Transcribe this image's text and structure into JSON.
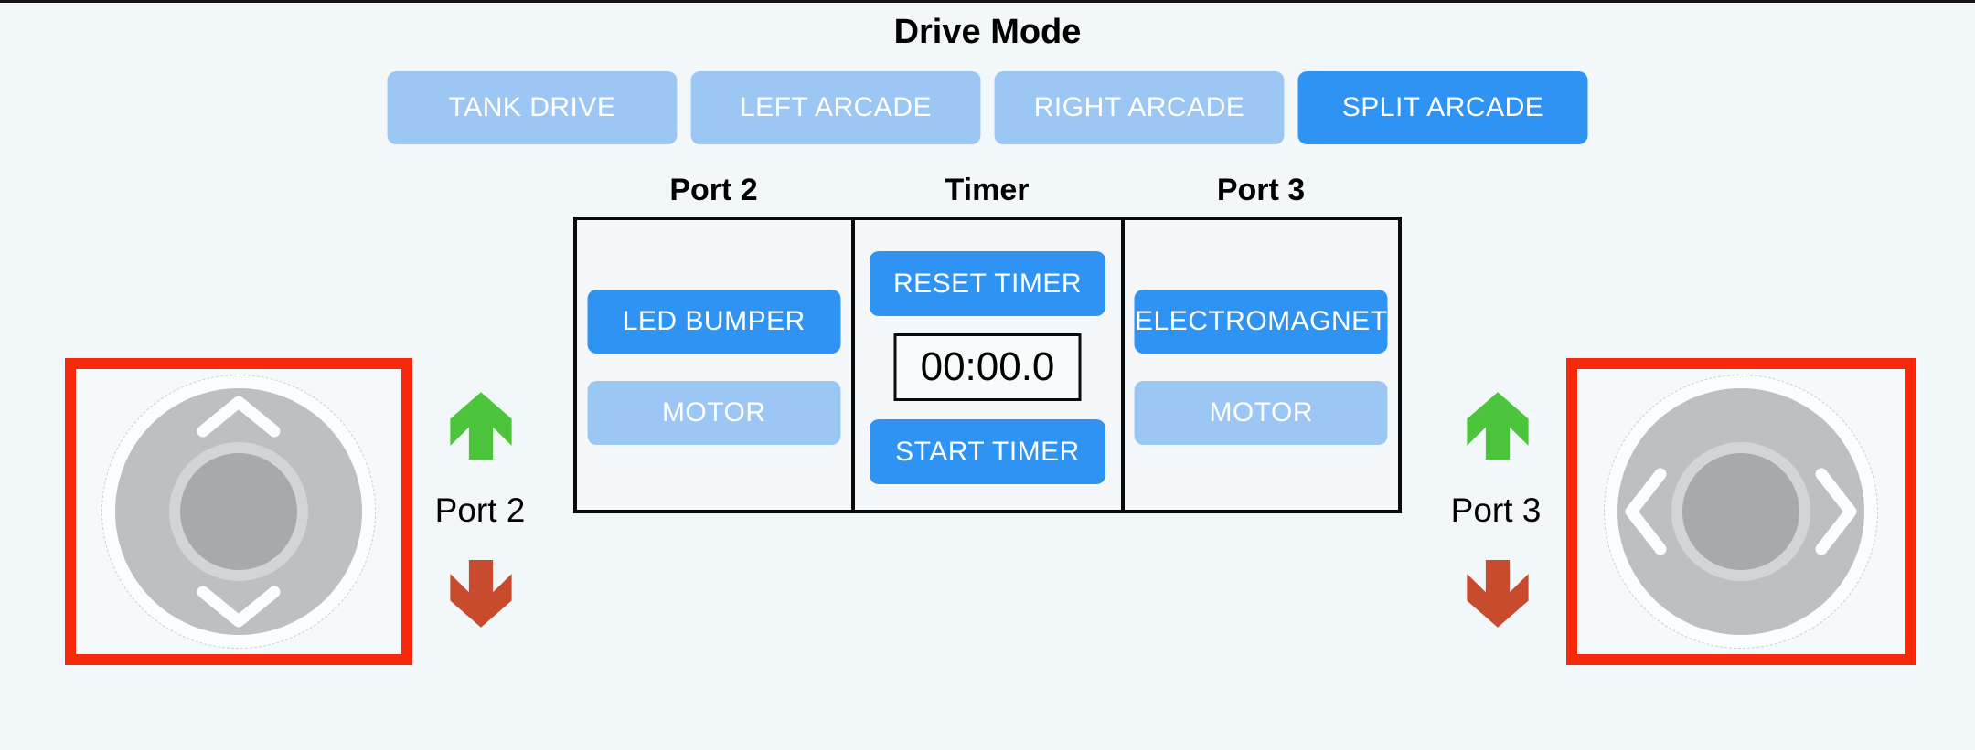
{
  "window": {
    "background": "#F2F7F9",
    "top_bar_color": "#161616"
  },
  "drive_mode": {
    "title": "Drive Mode",
    "buttons": [
      {
        "label": "TANK DRIVE",
        "active": false
      },
      {
        "label": "LEFT ARCADE",
        "active": false
      },
      {
        "label": "RIGHT ARCADE",
        "active": false
      },
      {
        "label": "SPLIT ARCADE",
        "active": true
      }
    ]
  },
  "panel": {
    "port2": {
      "header": "Port 2",
      "led_bumper_label": "LED BUMPER",
      "motor_label": "MOTOR"
    },
    "timer": {
      "header": "Timer",
      "reset_label": "RESET TIMER",
      "display_value": "00:00.0",
      "start_label": "START TIMER"
    },
    "port3": {
      "header": "Port 3",
      "electromagnet_label": "ELECTROMAGNET",
      "motor_label": "MOTOR"
    }
  },
  "joysticks": {
    "left": {
      "label": "Port 2",
      "axis": "vertical"
    },
    "right": {
      "label": "Port 3",
      "axis": "horizontal"
    }
  },
  "colors": {
    "primary_blue": "#2E93F2",
    "light_blue": "#9CC7F5",
    "highlight_red": "#F7280C",
    "arrow_green": "#4CC53C",
    "arrow_red": "#C74B2C"
  }
}
